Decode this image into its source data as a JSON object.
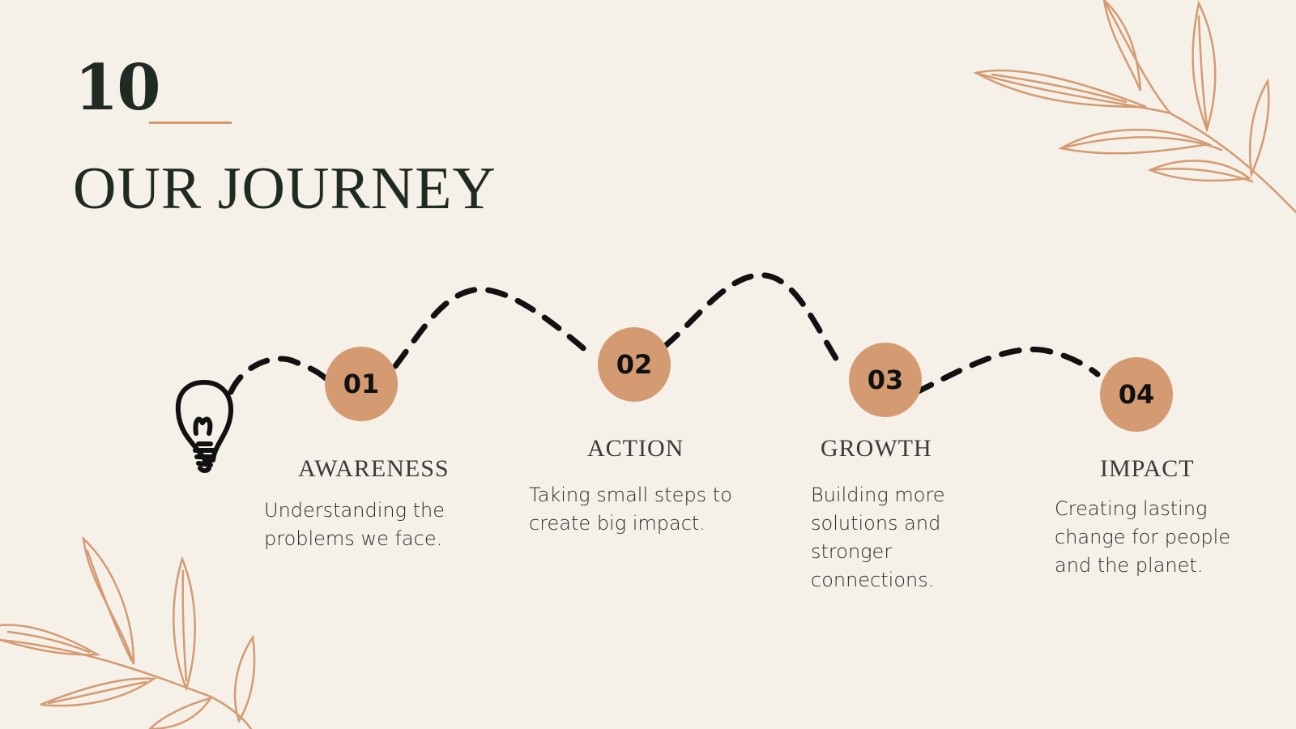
{
  "slide": {
    "number": "10",
    "title": "OUR JOURNEY",
    "colors": {
      "accent": "#d49b72",
      "background": "#f5f0e8",
      "title": "#1f2a22"
    }
  },
  "icons": {
    "start": "lightbulb-icon",
    "decoration": "leaf-branch"
  },
  "steps": [
    {
      "number": "01",
      "label": "AWARENESS",
      "description": "Understanding the problems we face."
    },
    {
      "number": "02",
      "label": "ACTION",
      "description": "Taking small steps to create big impact."
    },
    {
      "number": "03",
      "label": "GROWTH",
      "description": "Building more solutions and stronger connections."
    },
    {
      "number": "04",
      "label": "IMPACT",
      "description": "Creating lasting change for people and the planet."
    }
  ]
}
